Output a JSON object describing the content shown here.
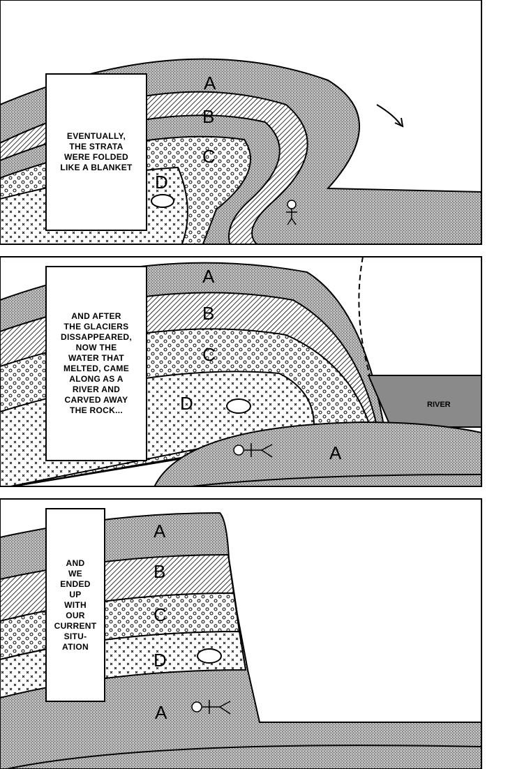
{
  "panels": [
    {
      "caption": "EVENTUALLY,\nTHE STRATA\nWERE FOLDED\nLIKE A BLANKET",
      "layer_labels": [
        "A",
        "B",
        "C",
        "D"
      ]
    },
    {
      "caption": "AND AFTER\nTHE GLACIERS\nDISSAPPEARED,\nNOW THE\nWATER THAT\nMELTED, CAME\nALONG AS A\nRIVER AND\nCARVED AWAY\nTHE ROCK...",
      "layer_labels": [
        "A",
        "B",
        "C",
        "D",
        "A"
      ],
      "river_label": "RIVER"
    },
    {
      "caption": "AND\nWE\nENDED\nUP\nWITH\nOUR\nCURRENT\nSITU-\nATION",
      "layer_labels": [
        "A",
        "B",
        "C",
        "D",
        "A"
      ]
    }
  ],
  "colors": {
    "ink": "#000000",
    "paper": "#ffffff",
    "stipple": "#a8a8a8",
    "river": "#8a8a8a"
  }
}
